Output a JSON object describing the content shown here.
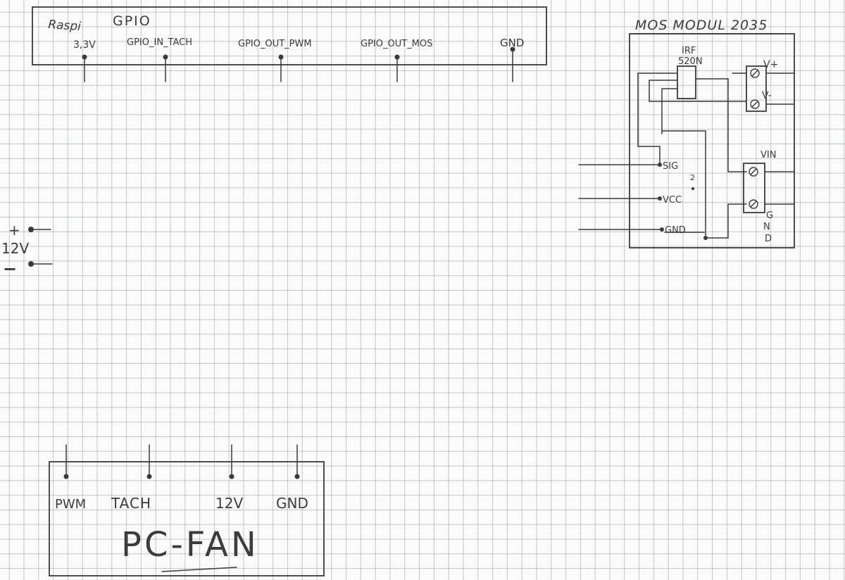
{
  "raspi": {
    "title": "Raspi",
    "subtitle": "GPIO",
    "pins": [
      "3,3V",
      "GPIO_IN_TACH",
      "GPIO_OUT_PWM",
      "GPIO_OUT_MOS",
      "GND"
    ]
  },
  "mos_module": {
    "title": "MOS MODUL 2035",
    "mosfet": [
      "IRF",
      "520N"
    ],
    "inputs": [
      "SIG",
      "VCC",
      "GND"
    ],
    "outputs": [
      "V+",
      "V-"
    ],
    "vin_label": "VIN",
    "gnd_label": [
      "G",
      "N",
      "D"
    ],
    "mark": "2"
  },
  "power": {
    "plus": "+",
    "voltage": "12V",
    "minus": "−"
  },
  "fan": {
    "title": "PC-FAN",
    "pins": [
      "PWM",
      "TACH",
      "12V",
      "GND"
    ]
  },
  "colors": {
    "ink": "#3a3a3a",
    "grid": "#8c9aa0",
    "paper": "#fbfbfb"
  }
}
